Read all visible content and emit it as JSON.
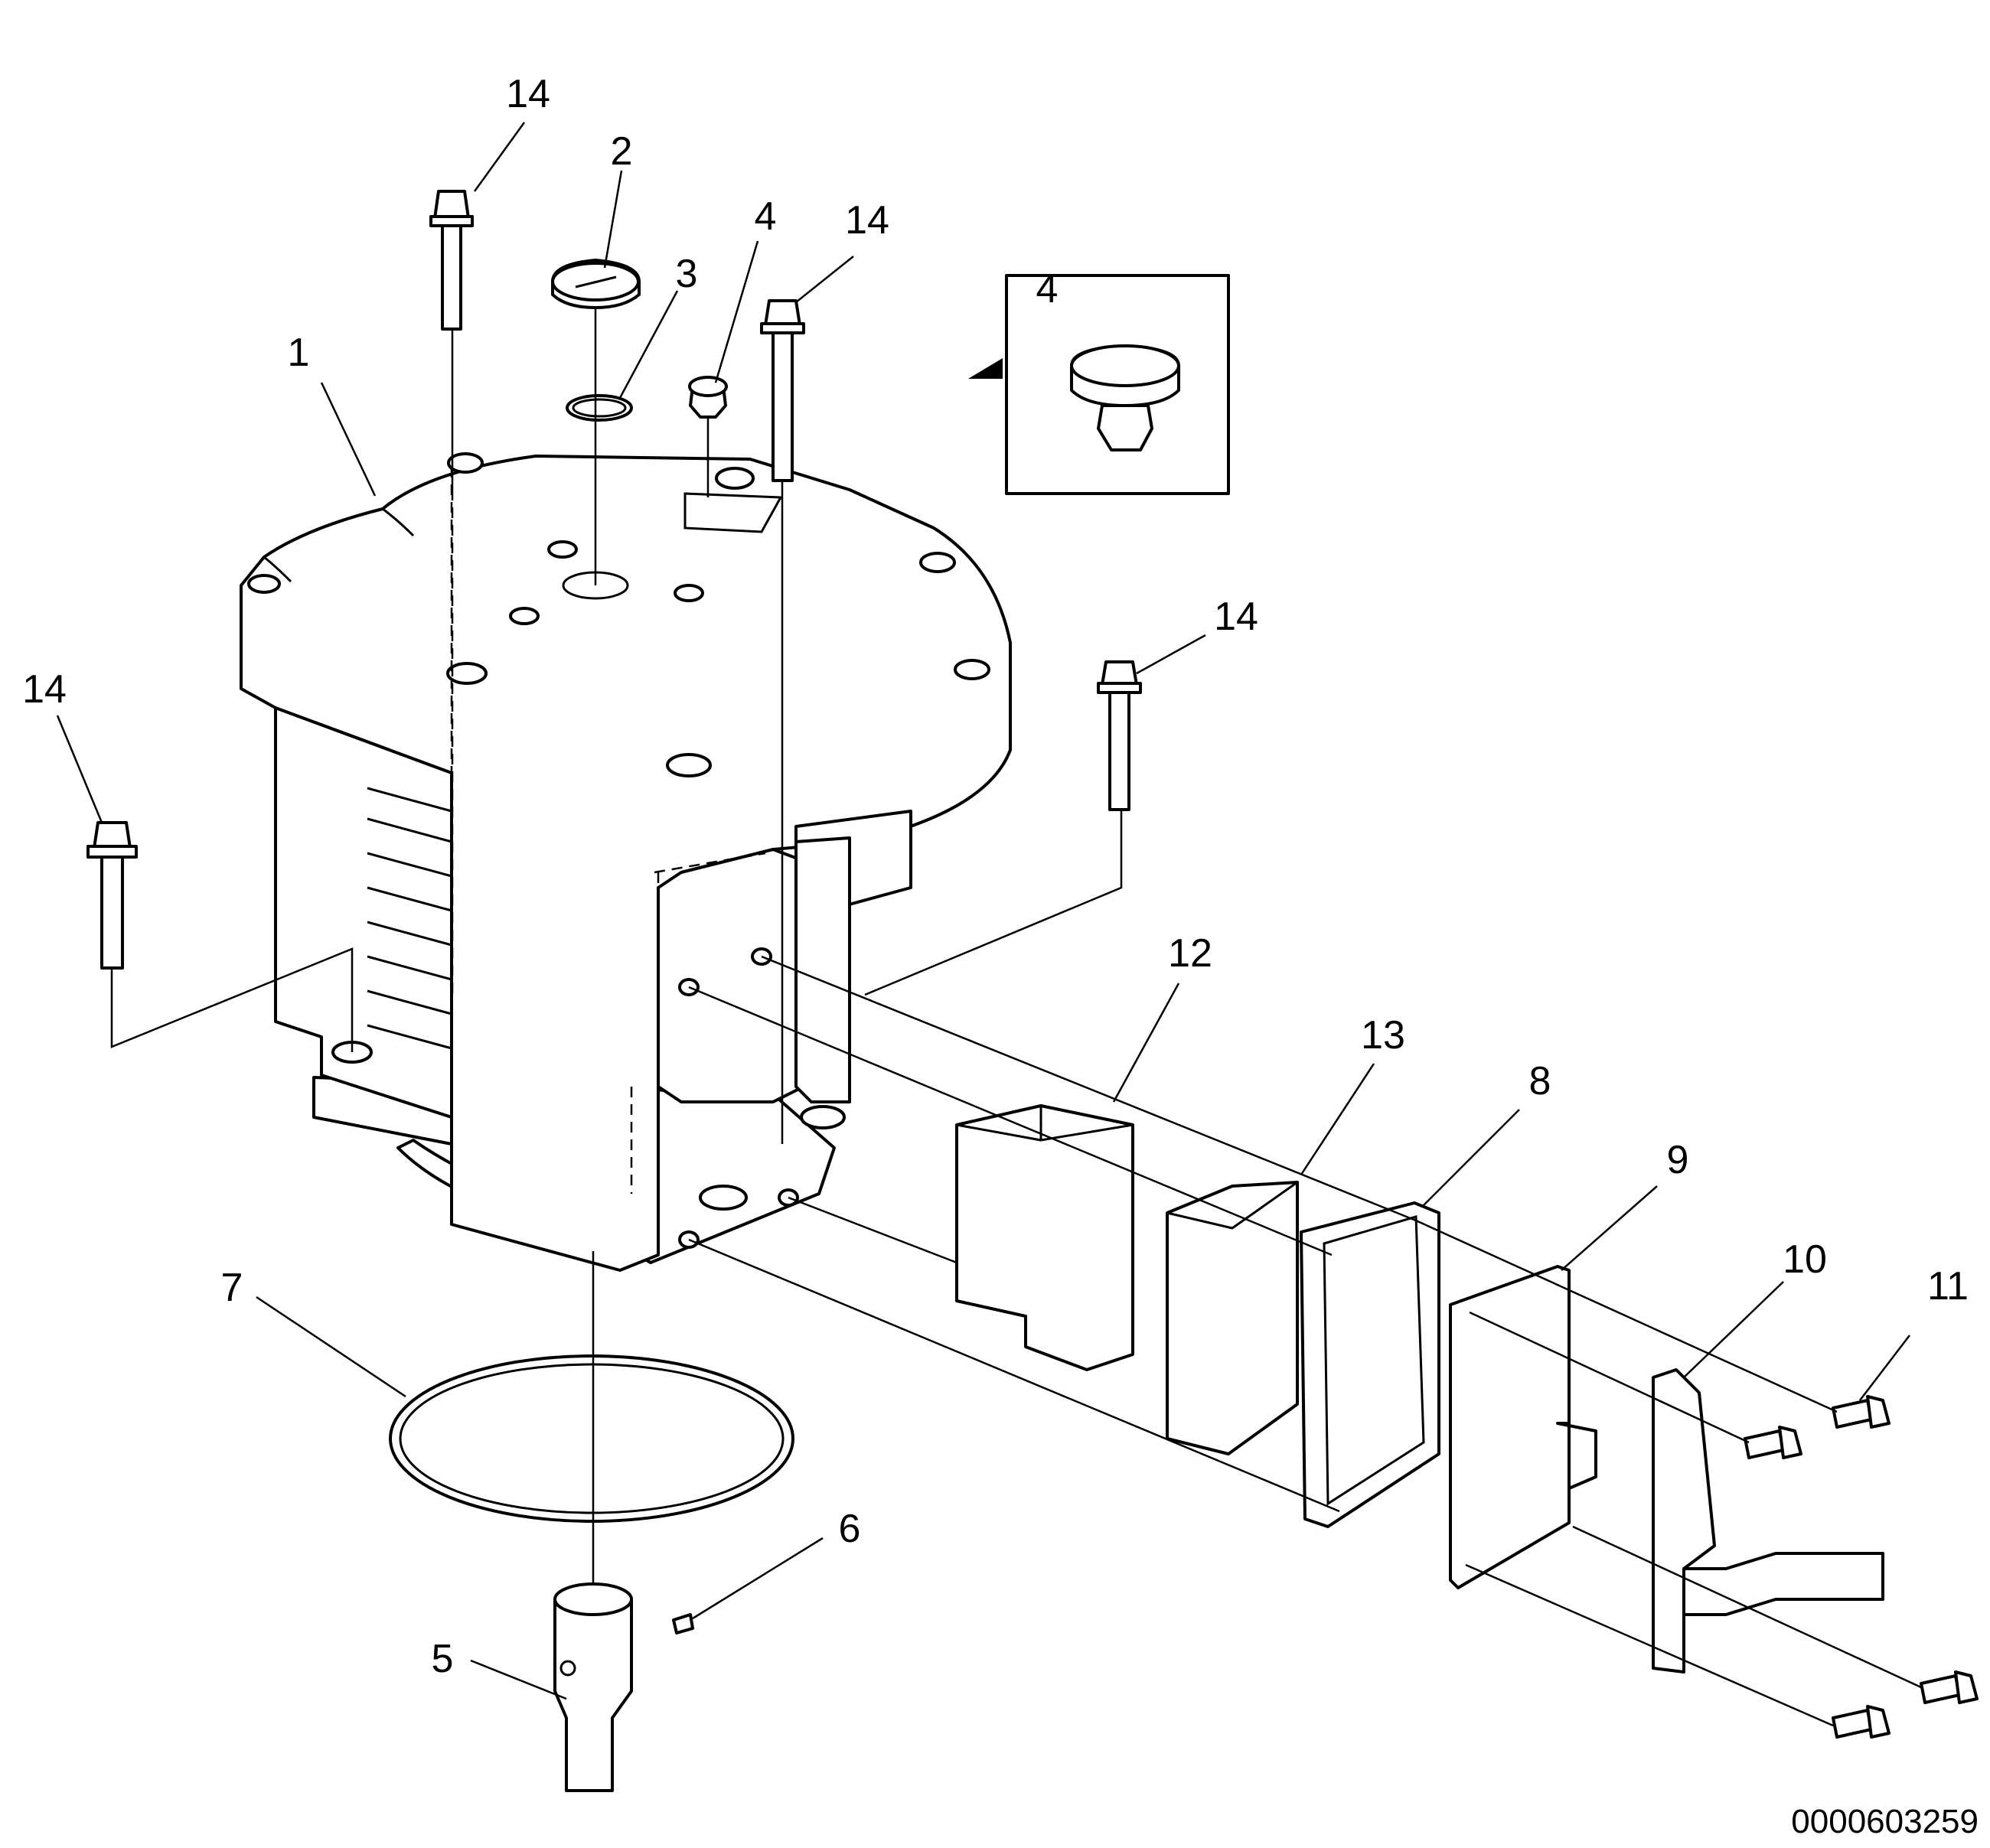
{
  "callouts": {
    "c1": "1",
    "c2": "2",
    "c3": "3",
    "c4": "4",
    "c4_detail": "4",
    "c5": "5",
    "c6": "6",
    "c7": "7",
    "c8": "8",
    "c9": "9",
    "c10": "10",
    "c11": "11",
    "c12": "12",
    "c13": "13",
    "c14_top": "14",
    "c14_mid": "14",
    "c14_right": "14",
    "c14_left": "14"
  },
  "document_number": "0000603259"
}
